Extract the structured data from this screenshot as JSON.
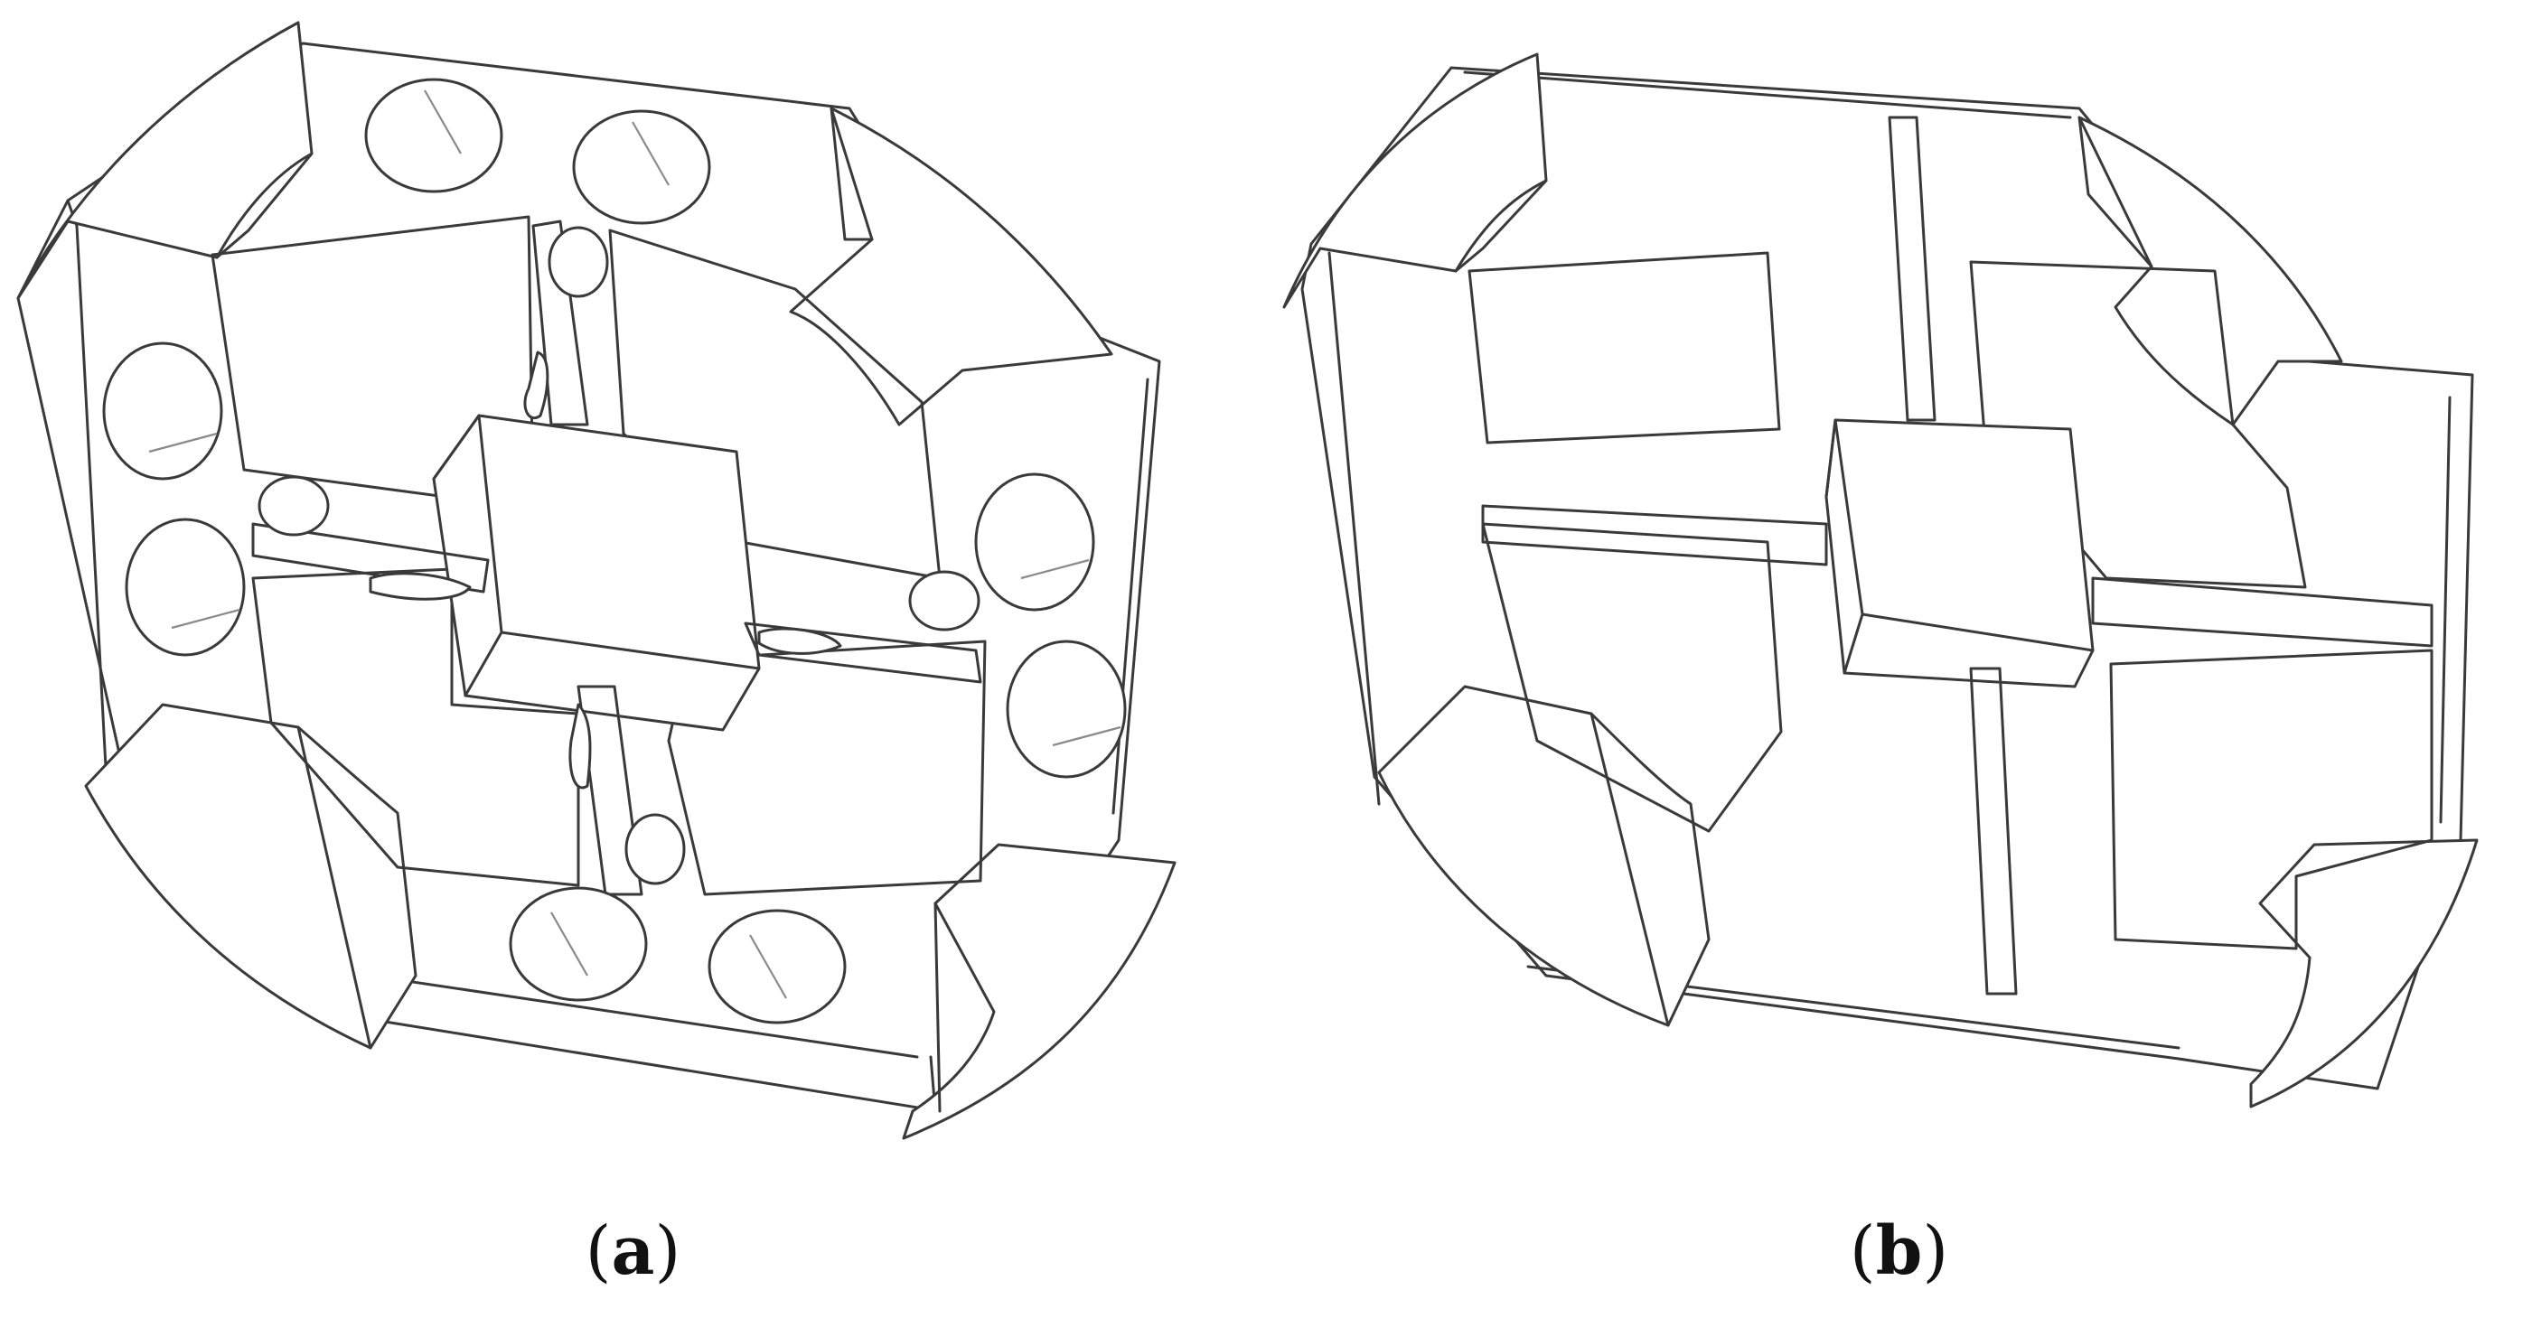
{
  "figure": {
    "panels": [
      {
        "id": "a",
        "label": "a",
        "depicts": "part-with-holes"
      },
      {
        "id": "b",
        "label": "b",
        "depicts": "part-without-holes"
      }
    ],
    "colors": {
      "line": "#3a3a3a",
      "hatch": "#8a8a8a",
      "background": "#ffffff",
      "label": "#111111"
    }
  }
}
